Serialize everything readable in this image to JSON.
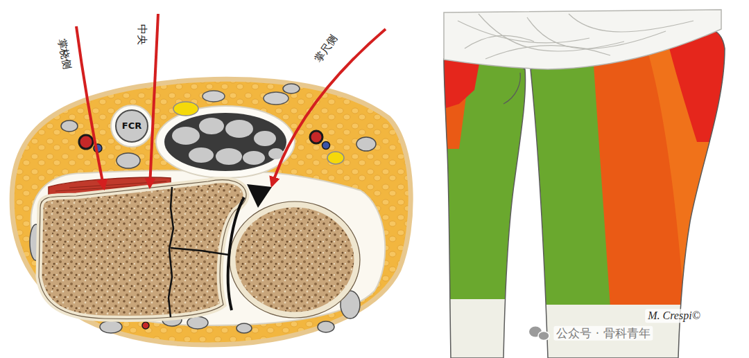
{
  "diagram": {
    "labels": [
      "掌桡侧",
      "中央",
      "掌尺侧",
      "FCR",
      "M. Crespi©",
      "公众号 · 骨科青年"
    ]
  }
}
